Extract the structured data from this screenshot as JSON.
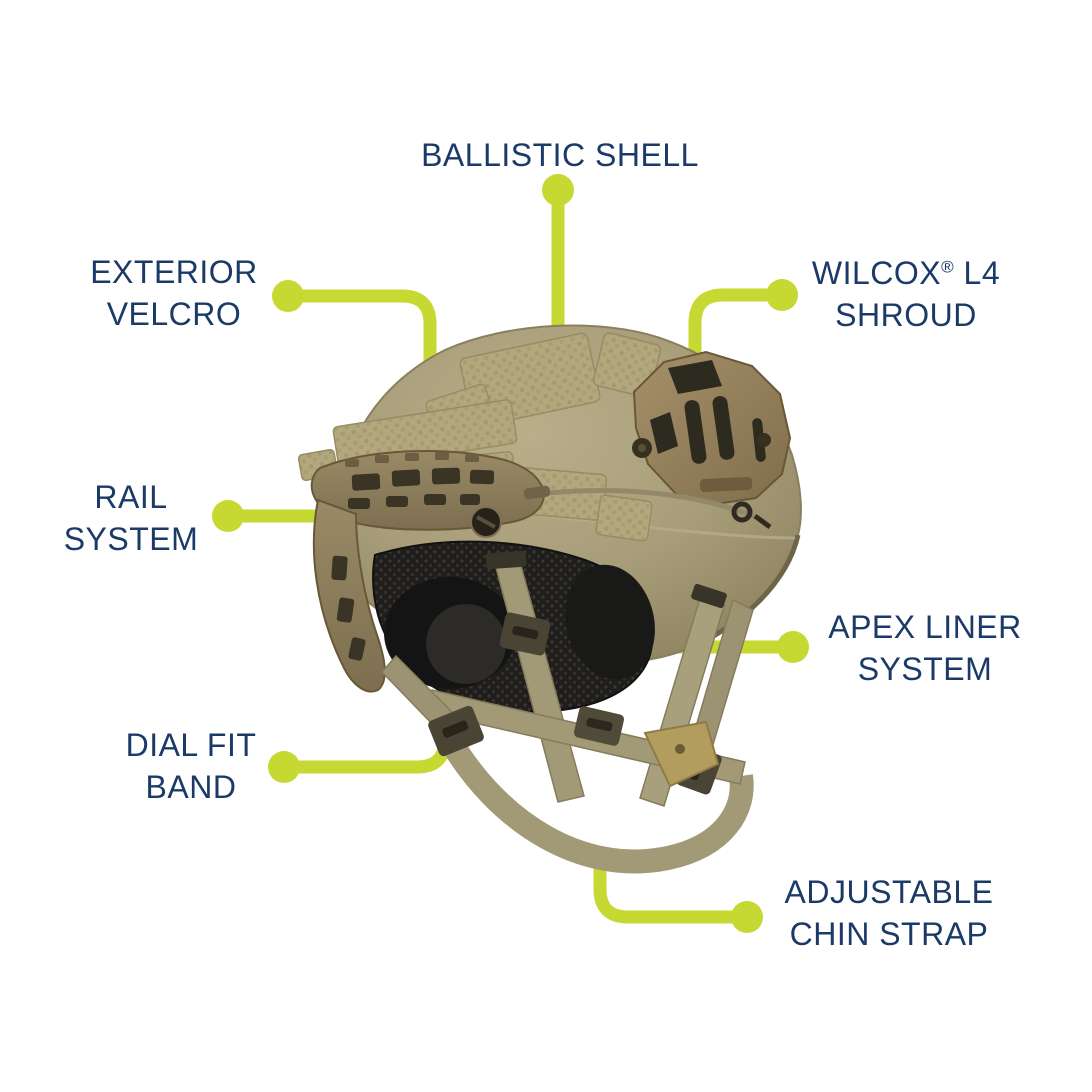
{
  "colors": {
    "accent": "#c6d832",
    "label_text": "#1b3a68",
    "shell": "#a89d79",
    "hardware": "#8a7856",
    "strap": "#a29977",
    "interior": "#1f1e1c",
    "background": "#ffffff"
  },
  "labels": {
    "ballistic_shell": {
      "line1": "BALLISTIC SHELL"
    },
    "exterior_velcro": {
      "line1": "EXTERIOR",
      "line2": "VELCRO"
    },
    "wilcox_shroud": {
      "brand": "WILCOX",
      "reg": "®",
      "after": " L4",
      "line2": "SHROUD"
    },
    "rail_system": {
      "line1": "RAIL",
      "line2": "SYSTEM"
    },
    "apex_liner": {
      "line1": "APEX LINER",
      "line2": "SYSTEM"
    },
    "dial_fit": {
      "line1": "DIAL FIT",
      "line2": "BAND"
    },
    "chin_strap": {
      "line1": "ADJUSTABLE",
      "line2": "CHIN STRAP"
    }
  }
}
